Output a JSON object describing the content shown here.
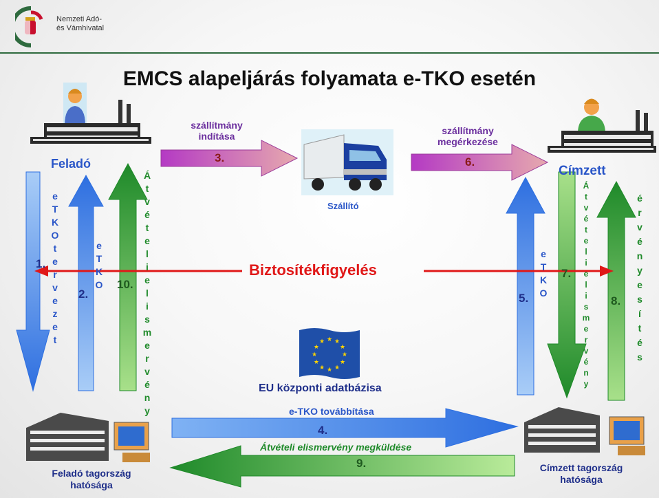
{
  "header": {
    "org_line1": "Nemzeti Adó-",
    "org_line2": "és Vámhivatal"
  },
  "title": "EMCS alapeljárás folyamata e-TKO esetén",
  "nodes": {
    "sender": "Feladó",
    "recipient": "Címzett",
    "carrier": "Szállító",
    "sender_authority_l1": "Feladó tagország",
    "sender_authority_l2": "hatósága",
    "recipient_authority_l1": "Címzett tagország",
    "recipient_authority_l2": "hatósága",
    "eu_db": "EU  központi adatbázisa",
    "guarantee": "Biztosítékfigyelés"
  },
  "steps": {
    "s1": {
      "num": "1.",
      "label": "e-TKO tervezet"
    },
    "s2": {
      "num": "2.",
      "label": "e-TKO"
    },
    "s3": {
      "num": "3.",
      "label_l1": "szállítmány",
      "label_l2": "indítása"
    },
    "s4": {
      "num": "4.",
      "label": "e-TKO továbbítása"
    },
    "s5": {
      "num": "5.",
      "label": "e-TKO"
    },
    "s6": {
      "num": "6.",
      "label_l1": "szállítmány",
      "label_l2": "megérkezése"
    },
    "s7": {
      "num": "7.",
      "label": "Átvételi elismervény"
    },
    "s8": {
      "num": "8.",
      "label": "érvényesítés"
    },
    "s9": {
      "num": "9.",
      "label": "Átvételi elismervény megküldése"
    },
    "s10": {
      "num": "10.",
      "label": "Átvételi elismervény"
    }
  },
  "colors": {
    "blue_arrow": "#3b7be0",
    "green_arrow": "#1f8a2a",
    "purple_arrow": "#b03aa8",
    "red": "#e01818",
    "text_blue": "#2a56c8",
    "text_green": "#1f8a2a"
  }
}
